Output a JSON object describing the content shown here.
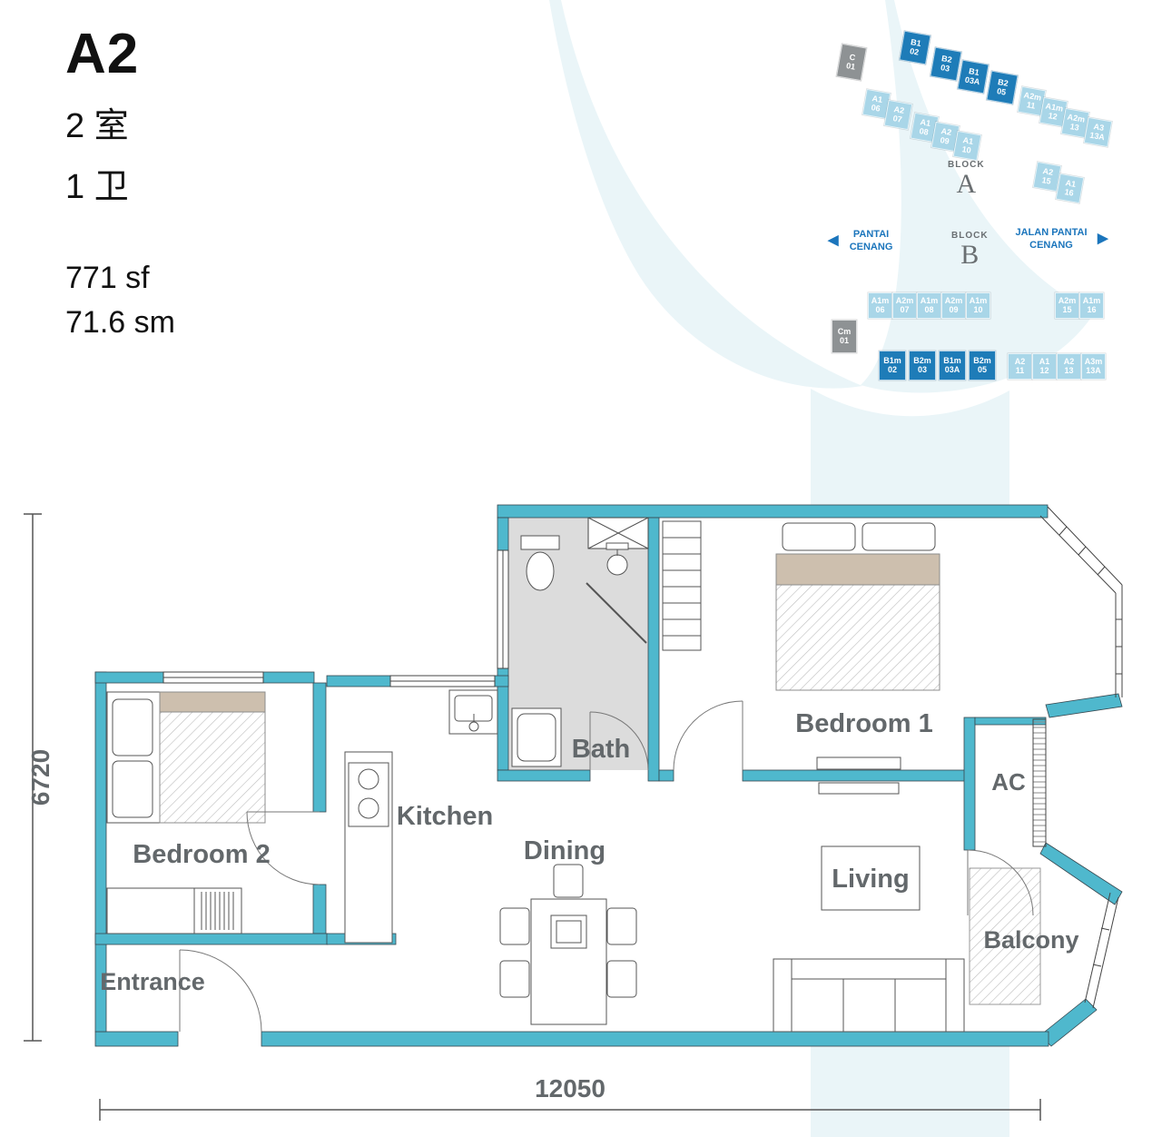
{
  "unit_info": {
    "code": "A2",
    "bedrooms": "2 室",
    "bathrooms": "1 卫",
    "area_sf": "771 sf",
    "area_sm": "71.6 sm"
  },
  "site_plan": {
    "block_a": {
      "label": "BLOCK",
      "letter": "A",
      "units": [
        {
          "name": "C",
          "num": "01",
          "type": "gray"
        },
        {
          "name": "B1",
          "num": "02",
          "type": "dark"
        },
        {
          "name": "B2",
          "num": "03",
          "type": "dark"
        },
        {
          "name": "B1",
          "num": "03A",
          "type": "dark"
        },
        {
          "name": "B2",
          "num": "05",
          "type": "dark"
        },
        {
          "name": "A1",
          "num": "06",
          "type": "light"
        },
        {
          "name": "A2",
          "num": "07",
          "type": "light"
        },
        {
          "name": "A1",
          "num": "08",
          "type": "light"
        },
        {
          "name": "A2",
          "num": "09",
          "type": "light"
        },
        {
          "name": "A1",
          "num": "10",
          "type": "light"
        },
        {
          "name": "A2m",
          "num": "11",
          "type": "light"
        },
        {
          "name": "A1m",
          "num": "12",
          "type": "light"
        },
        {
          "name": "A2m",
          "num": "13",
          "type": "light"
        },
        {
          "name": "A3",
          "num": "13A",
          "type": "light"
        },
        {
          "name": "A2",
          "num": "15",
          "type": "light"
        },
        {
          "name": "A1",
          "num": "16",
          "type": "light"
        }
      ]
    },
    "block_b": {
      "label": "BLOCK",
      "letter": "B",
      "units": [
        {
          "name": "Cm",
          "num": "01",
          "type": "gray"
        },
        {
          "name": "A1m",
          "num": "06",
          "type": "light"
        },
        {
          "name": "A2m",
          "num": "07",
          "type": "light"
        },
        {
          "name": "A1m",
          "num": "08",
          "type": "light"
        },
        {
          "name": "A2m",
          "num": "09",
          "type": "light"
        },
        {
          "name": "A1m",
          "num": "10",
          "type": "light"
        },
        {
          "name": "A2m",
          "num": "15",
          "type": "light"
        },
        {
          "name": "A1m",
          "num": "16",
          "type": "light"
        },
        {
          "name": "B1m",
          "num": "02",
          "type": "dark"
        },
        {
          "name": "B2m",
          "num": "03",
          "type": "dark"
        },
        {
          "name": "B1m",
          "num": "03A",
          "type": "dark"
        },
        {
          "name": "B2m",
          "num": "05",
          "type": "dark"
        },
        {
          "name": "A2",
          "num": "11",
          "type": "light"
        },
        {
          "name": "A1",
          "num": "12",
          "type": "light"
        },
        {
          "name": "A2",
          "num": "13",
          "type": "light"
        },
        {
          "name": "A3m",
          "num": "13A",
          "type": "light"
        }
      ]
    },
    "street_left": "PANTAI CENANG",
    "street_right": "JALAN PANTAI CENANG"
  },
  "floor_plan": {
    "labels": {
      "bedroom1": "Bedroom 1",
      "bedroom2": "Bedroom 2",
      "bath": "Bath",
      "kitchen": "Kitchen",
      "dining": "Dining",
      "living": "Living",
      "ac": "AC",
      "balcony": "Balcony",
      "entrance": "Entrance"
    },
    "dim_width": "12050",
    "dim_height": "6720"
  },
  "colors": {
    "wall_teal": "#4FB8CD",
    "unit_dark_blue": "#1E7CB8",
    "unit_light_blue": "#A9D6E8",
    "unit_gray": "#8E9294",
    "street_text_blue": "#1B75BC",
    "label_gray": "#63686B",
    "headboard_tan": "#CDBFAE",
    "swoosh_teal": "#EAF5F8"
  }
}
